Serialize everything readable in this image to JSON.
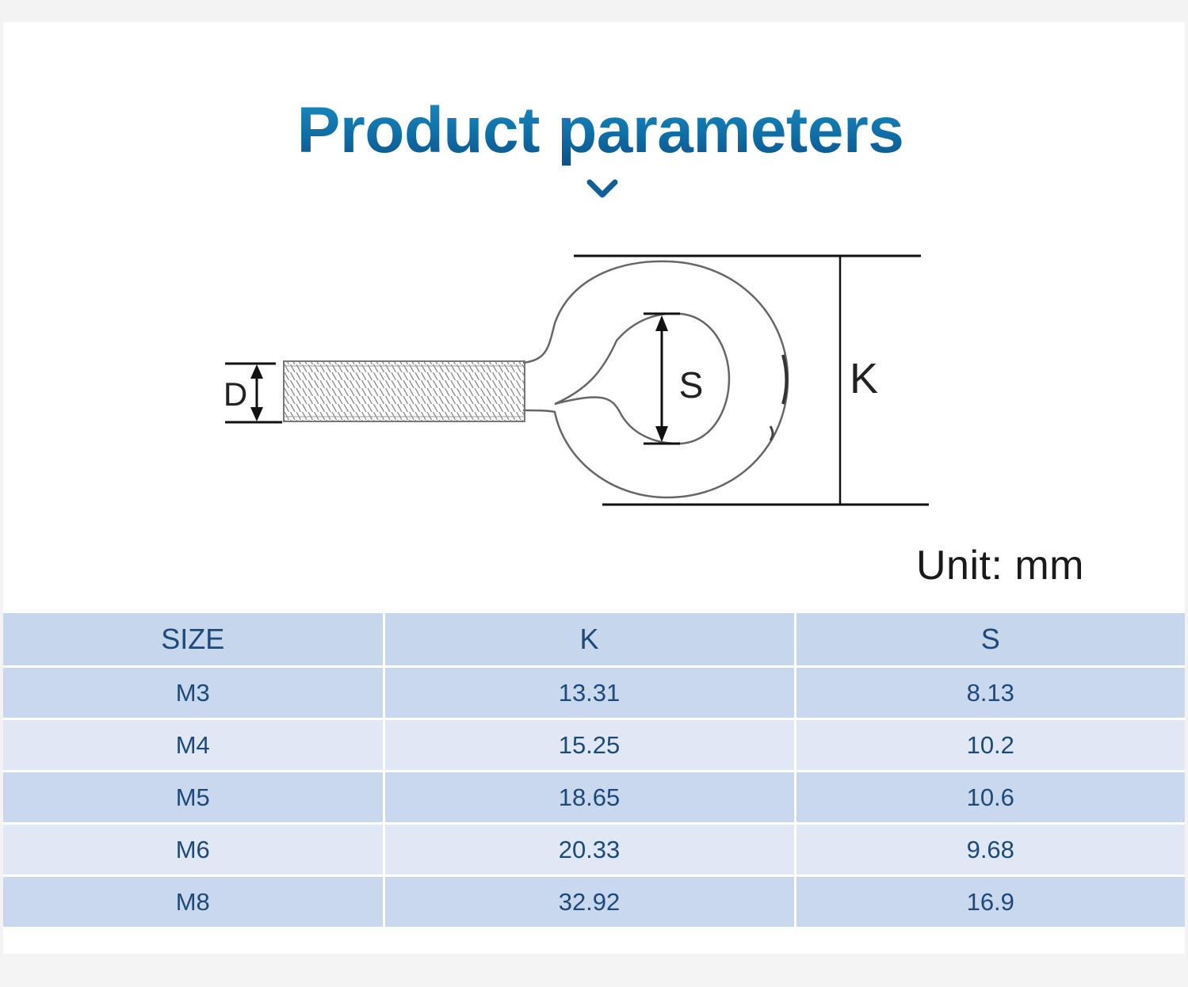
{
  "title": "Product parameters",
  "icons": {
    "chevron": "chevron-down-icon"
  },
  "diagram": {
    "label_d": "D",
    "label_s": "S",
    "label_k": "K"
  },
  "unit": "Unit: mm",
  "table": {
    "headers": [
      "SIZE",
      "K",
      "S"
    ],
    "rows": [
      [
        "M3",
        "13.31",
        "8.13"
      ],
      [
        "M4",
        "15.25",
        "10.2"
      ],
      [
        "M5",
        "18.65",
        "10.6"
      ],
      [
        "M6",
        "20.33",
        "9.68"
      ],
      [
        "M8",
        "32.92",
        "16.9"
      ]
    ]
  },
  "colors": {
    "title": "#137ab0",
    "table_text": "#1d4a7a",
    "table_header_bg": "#c6d6eb",
    "row_dark_bg": "#c9d8ec",
    "row_light_bg": "#dfe8f4"
  }
}
